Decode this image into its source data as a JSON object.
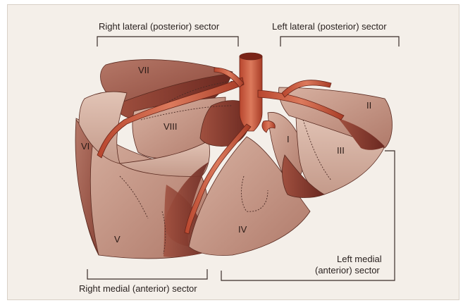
{
  "sector_labels": {
    "right_lateral": "Right lateral (posterior) sector",
    "left_lateral": "Left lateral (posterior) sector",
    "right_medial": "Right medial (anterior) sector",
    "left_medial_line1": "Left medial",
    "left_medial_line2": "(anterior) sector"
  },
  "segments": {
    "I": "I",
    "II": "II",
    "III": "III",
    "IV": "IV",
    "V": "V",
    "VI": "VI",
    "VII": "VII",
    "VIII": "VIII"
  },
  "colors": {
    "background": "#f4efe9",
    "lobe_light": "#c89a88",
    "lobe_mid": "#a8685a",
    "lobe_dark": "#7a3228",
    "vein": "#c8583e"
  }
}
